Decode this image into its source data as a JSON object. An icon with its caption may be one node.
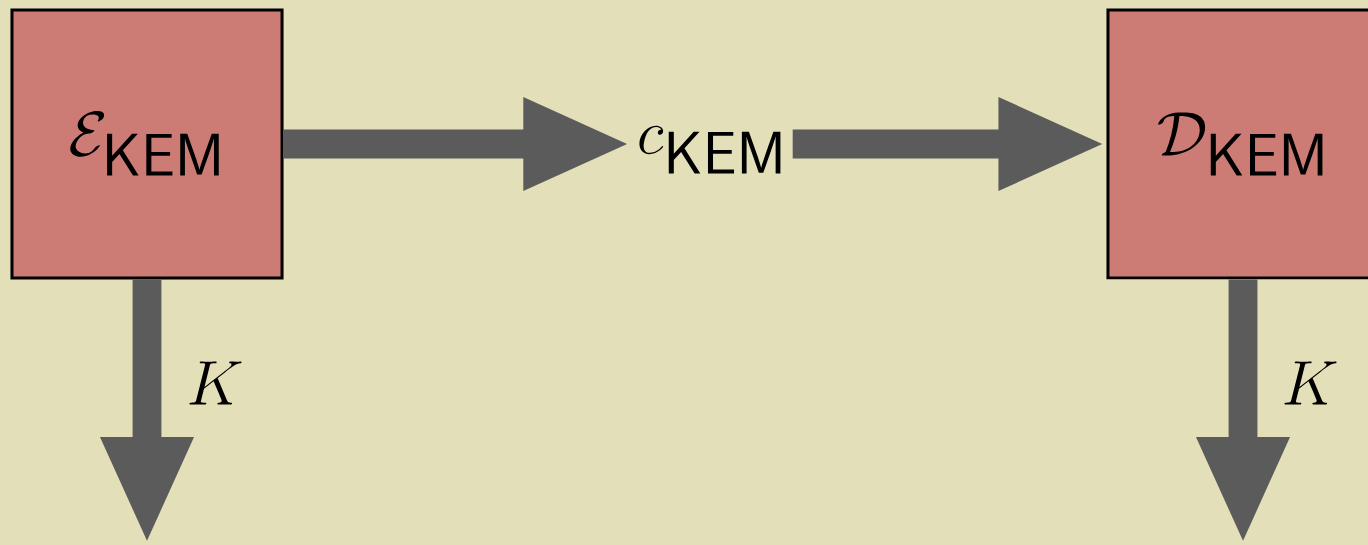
{
  "diagram": {
    "nodes": [
      {
        "text": [
          "\\mathcal{E}_{\\mathsf{KEM}}"
        ]
      },
      {
        "text": [
          "c_{\\mathsf{KEM}}"
        ]
      },
      {
        "text": [
          "\\mathcal{D}_{\\mathsf{KEM}}"
        ]
      }
    ],
    "edges": [
      {
        "from": 0,
        "to": 1,
        "arrow": "to"
      },
      {
        "from": 1,
        "to": 2,
        "arrow": "to"
      },
      {
        "from": 0,
        "to": null,
        "arrow": "to",
        "label": "K"
      },
      {
        "from": 2,
        "to": null,
        "arrow": "to",
        "label": "K"
      }
    ]
  }
}
